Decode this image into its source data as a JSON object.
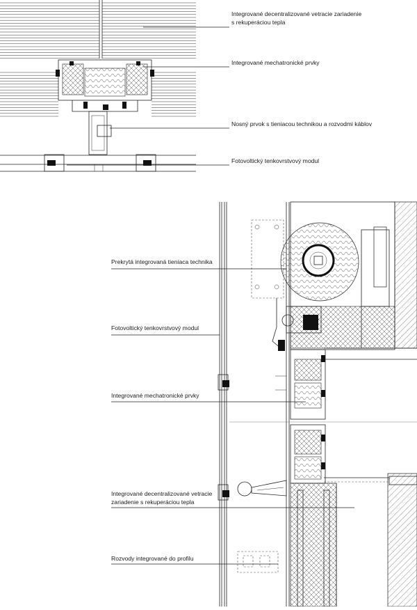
{
  "plan_section": {
    "labels": [
      {
        "id": "ventilation",
        "lines": [
          "Integrované decentralizované vetracie zariadenie",
          "s rekuperáciou tepla"
        ]
      },
      {
        "id": "mechatronic",
        "lines": [
          "Integrované mechatronické prvky"
        ]
      },
      {
        "id": "support",
        "lines": [
          "Nosný prvok s tieniacou technikou a rozvodmi káblov"
        ]
      },
      {
        "id": "photovoltaic",
        "lines": [
          "Fotovoltický tenkovrstvový modul"
        ]
      }
    ]
  },
  "vertical_section": {
    "labels": [
      {
        "id": "shading",
        "lines": [
          "Prekrytá integrovaná tieniaca technika"
        ]
      },
      {
        "id": "photovoltaic",
        "lines": [
          "Fotovoltický tenkovrstvový modul"
        ]
      },
      {
        "id": "mechatronic",
        "lines": [
          "Integrované mechatronické prvky"
        ]
      },
      {
        "id": "ventilation",
        "lines": [
          "Integrované decentralizované vetracie",
          "zariadenie s rekuperáciou tepla"
        ]
      },
      {
        "id": "wiring",
        "lines": [
          "Rozvody integrované do profilu"
        ]
      }
    ]
  }
}
